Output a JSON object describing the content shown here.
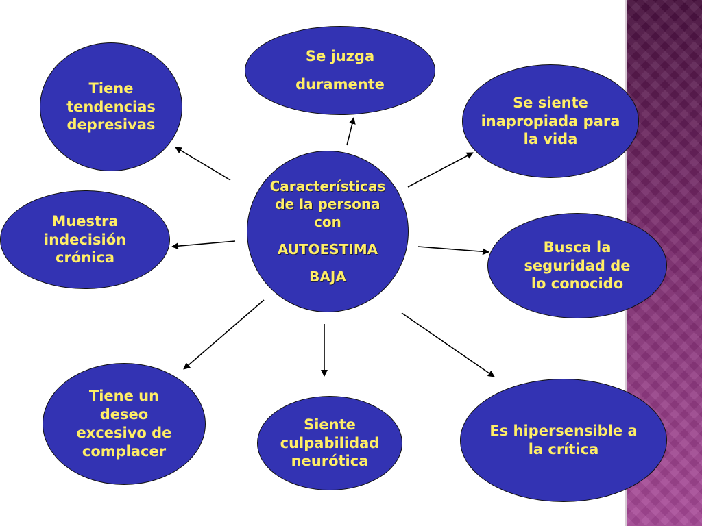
{
  "center": {
    "line1": "Características",
    "line2": "de la persona",
    "line3": "con",
    "line4": "AUTOESTIMA",
    "line5": "BAJA"
  },
  "nodes": {
    "depresivas": [
      "Tiene",
      "tendencias",
      "depresivas"
    ],
    "juzga": [
      "Se juzga",
      "duramente"
    ],
    "inapropiada": [
      "Se siente",
      "inapropiada para",
      "la vida"
    ],
    "indecision": [
      "Muestra",
      "indecisión",
      "crónica"
    ],
    "seguridad": [
      "Busca la",
      "seguridad de",
      "lo conocido"
    ],
    "complacer": [
      "Tiene un",
      "deseo",
      "excesivo de",
      "complacer"
    ],
    "culpabilidad": [
      "Siente",
      "culpabilidad",
      "neurótica"
    ],
    "critica": [
      "Es hipersensible a",
      "la crítica"
    ]
  },
  "colors": {
    "node_fill": "#3333b3",
    "text": "#ffee66",
    "sidebar": "#7a2a6c"
  }
}
